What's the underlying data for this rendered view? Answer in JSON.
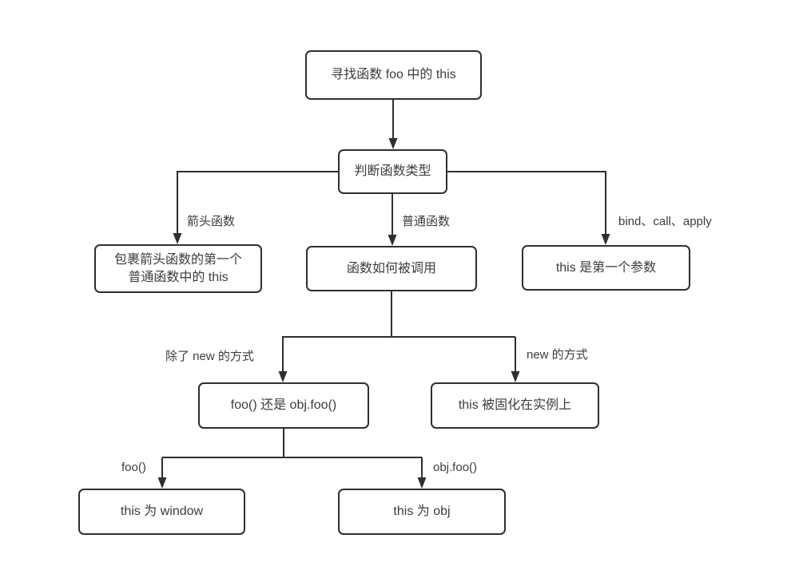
{
  "diagram": {
    "nodes": {
      "find_this": "寻找函数 foo 中的 this",
      "judge_type": "判断函数类型",
      "wrap_arrow_line1": "包裹箭头函数的第一个",
      "wrap_arrow_line2": "普通函数中的 this",
      "how_called": "函数如何被调用",
      "first_param": "this 是第一个参数",
      "foo_or_objfoo": "foo() 还是 obj.foo()",
      "fixed_on_instance": "this 被固化在实例上",
      "this_window": "this 为 window",
      "this_obj": "this 为 obj"
    },
    "edge_labels": {
      "arrow_function": "箭头函数",
      "normal_function": "普通函数",
      "bind_call_apply": "bind、call、apply",
      "except_new": "除了 new 的方式",
      "new_way": "new 的方式",
      "foo_call": "foo()",
      "obj_foo_call": "obj.foo()"
    },
    "colors": {
      "line": "#2f2f2f",
      "border": "#2f2f2f",
      "text": "#3c3c3c",
      "background": "#ffffff"
    }
  }
}
